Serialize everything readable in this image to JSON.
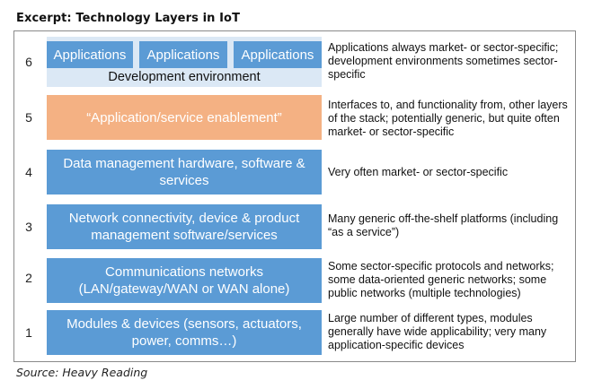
{
  "title": "Excerpt: Technology Layers in IoT",
  "source": "Source: Heavy Reading",
  "layers": [
    {
      "number": "6",
      "apps": [
        "Applications",
        "Applications",
        "Applications"
      ],
      "dev_env": "Development environment",
      "description": "Applications always market- or sector-specific; development environments sometimes sector-specific",
      "color": "#5b9bd5",
      "bg_color": "#dbe8f5"
    },
    {
      "number": "5",
      "label": "“Application/service enablement”",
      "description": "Interfaces to, and functionality from, other layers of the stack; potentially generic, but quite often market- or sector-specific",
      "color": "#f4b183"
    },
    {
      "number": "4",
      "label": "Data management hardware, software & services",
      "description": "Very often market- or sector-specific",
      "color": "#5b9bd5"
    },
    {
      "number": "3",
      "label": "Network connectivity, device & product management software/services",
      "description": "Many generic off-the-shelf platforms (including “as a service”)",
      "color": "#5b9bd5"
    },
    {
      "number": "2",
      "label": "Communications networks (LAN/gateway/WAN or WAN alone)",
      "description": "Some sector-specific protocols and networks; some data-oriented generic networks; some public networks (multiple technologies)",
      "color": "#5b9bd5"
    },
    {
      "number": "1",
      "label": "Modules & devices (sensors, actuators, power, comms…)",
      "description": "Large number of different types, modules generally have wide applicability; very many application-specific devices",
      "color": "#5b9bd5"
    }
  ]
}
